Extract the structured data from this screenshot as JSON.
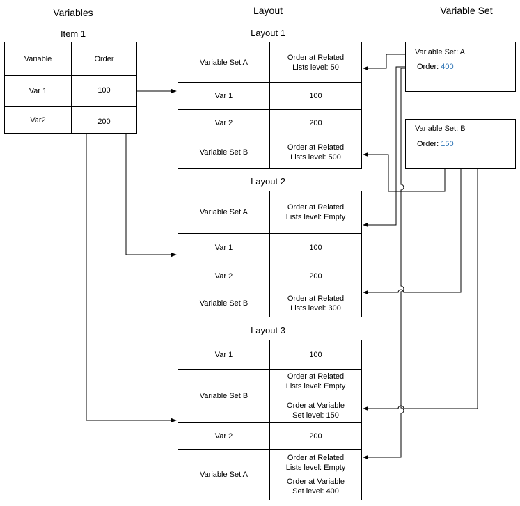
{
  "headers": {
    "variables": "Variables",
    "layout": "Layout",
    "variable_set": "Variable Set"
  },
  "item1": {
    "title": "Item 1",
    "col_variable": "Variable",
    "col_order": "Order",
    "rows": [
      {
        "variable": "Var 1",
        "order": "100"
      },
      {
        "variable": "Var2",
        "order": "200"
      }
    ]
  },
  "layout1": {
    "title": "Layout 1",
    "rows": [
      {
        "label": "Variable Set A",
        "value_lines": [
          "Order at Related",
          "Lists level: 50"
        ]
      },
      {
        "label": "Var 1",
        "value_lines": [
          "100"
        ]
      },
      {
        "label": "Var 2",
        "value_lines": [
          "200"
        ]
      },
      {
        "label": "Variable Set B",
        "value_lines": [
          "Order at Related",
          "Lists level: 500"
        ]
      }
    ]
  },
  "layout2": {
    "title": "Layout 2",
    "rows": [
      {
        "label": "Variable Set A",
        "value_lines": [
          "Order at Related",
          "Lists level: Empty"
        ]
      },
      {
        "label": "Var 1",
        "value_lines": [
          "100"
        ]
      },
      {
        "label": "Var 2",
        "value_lines": [
          "200"
        ]
      },
      {
        "label": "Variable Set B",
        "value_lines": [
          "Order at Related",
          "Lists level: 300"
        ]
      }
    ]
  },
  "layout3": {
    "title": "Layout 3",
    "rows": [
      {
        "label": "Var 1",
        "value_lines": [
          "100"
        ]
      },
      {
        "label": "Variable Set B",
        "value_lines": [
          "Order at Related",
          "Lists level: Empty"
        ],
        "value_lines_2": [
          "Order at Variable",
          "Set level: 150"
        ]
      },
      {
        "label": "Var 2",
        "value_lines": [
          "200"
        ]
      },
      {
        "label": "Variable Set A",
        "value_lines": [
          "Order at Related",
          "Lists level: Empty"
        ],
        "value_lines_2": [
          "Order at Variable",
          "Set level: 400"
        ]
      }
    ]
  },
  "variable_sets": [
    {
      "name_label": "Variable Set: A",
      "order_label": "Order: ",
      "order_value": "400"
    },
    {
      "name_label": "Variable Set: B",
      "order_label": "Order: ",
      "order_value": "150"
    }
  ],
  "colors": {
    "line": "#000000",
    "value_accent": "#2e75b6"
  }
}
